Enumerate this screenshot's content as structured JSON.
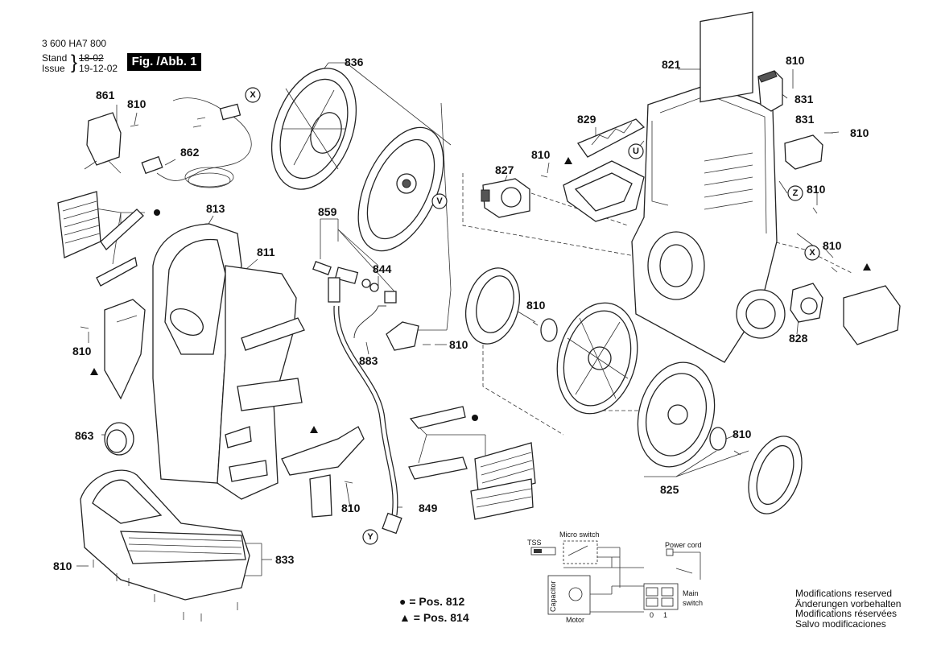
{
  "header": {
    "doc_number": "3 600 HA7 800",
    "stand_label": "Stand",
    "issue_label": "Issue",
    "stand_value": "18-02",
    "issue_value": "19-12-02",
    "figure_label": "Fig. /Abb. 1"
  },
  "part_labels": [
    "836",
    "821",
    "810",
    "831",
    "831",
    "810",
    "861",
    "810",
    "862",
    "829",
    "810",
    "827",
    "810",
    "859",
    "813",
    "811",
    "844",
    "810",
    "883",
    "810",
    "810",
    "828",
    "863",
    "810",
    "825",
    "849",
    "833",
    "810"
  ],
  "callouts": [
    "X",
    "V",
    "U",
    "Z",
    "X",
    "Y"
  ],
  "legend": {
    "dot": "= Pos. 812",
    "triangle": "= Pos. 814"
  },
  "wiring": {
    "tss": "TSS",
    "micro_switch": "Micro switch",
    "power_cord": "Power cord",
    "capacitor": "Capacitor",
    "motor": "Motor",
    "main_switch_1": "Main",
    "main_switch_2": "switch",
    "pos0": "0",
    "pos1": "1"
  },
  "notes": [
    "Modifications reserved",
    "Änderungen vorbehalten",
    "Modifications réservées",
    "Salvo modificaciones"
  ],
  "colors": {
    "ink": "#111111",
    "figure_bg": "#000000"
  }
}
